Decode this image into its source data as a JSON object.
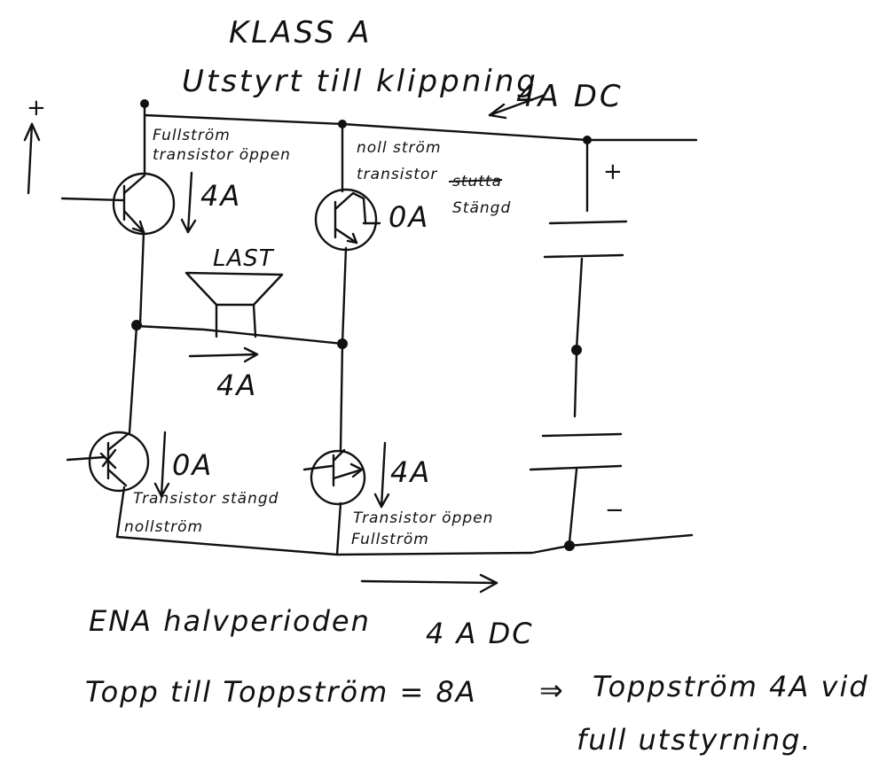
{
  "title": {
    "line1": "KLASS A",
    "line2": "Utstyrt till klippning"
  },
  "supply_current_top": "4A DC",
  "polarity": {
    "plus_top": "+",
    "plus_left": "+",
    "minus": "−"
  },
  "transistors": {
    "top_left": {
      "state_line1": "Fullström",
      "state_line2": "transistor öppen",
      "current": "4A"
    },
    "top_right": {
      "state_line1": "noll ström",
      "state_line2": "transistor",
      "struck_word": "stutta",
      "state_word": "Stängd",
      "current": "0A"
    },
    "bottom_left": {
      "current": "0A",
      "state_line1": "Transistor stängd",
      "state_line2": "nollström"
    },
    "bottom_right": {
      "current": "4A",
      "state_line1": "Transistor öppen",
      "state_line2": "Fullström"
    }
  },
  "load": {
    "label": "LAST",
    "current": "4A"
  },
  "bottom_current": "4 A DC",
  "notes": {
    "line1": "ENA halvperioden",
    "line2_left": "Topp till Toppström = 8A",
    "line2_arrow": "⇒",
    "line2_right": "Toppström 4A vid",
    "line3": "full utstyrning."
  }
}
